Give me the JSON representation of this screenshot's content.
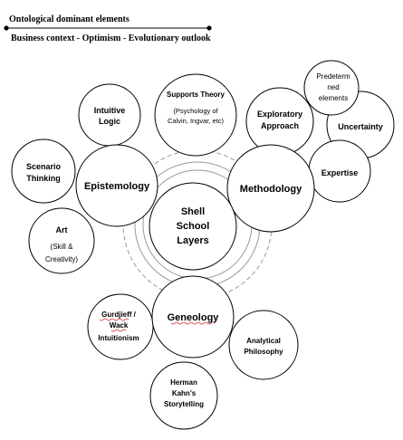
{
  "header": {
    "title": "Ontological dominant elements",
    "subtitle": "Business context - Optimism - Evolutionary outlook"
  },
  "center": {
    "lines": [
      "Shell",
      "School",
      "Layers"
    ]
  },
  "nodes": {
    "epistemology": "Epistemology",
    "methodology": "Methodology",
    "geneology": "Geneology",
    "intuitive_logic": [
      "Intuitive",
      "Logic"
    ],
    "supports_theory": [
      "Supports Theory",
      "(Psychology of",
      "Calvin, Ingvar,  etc)"
    ],
    "exploratory_approach": [
      "Exploratory",
      "Approach"
    ],
    "predetermined_elements": [
      "Predeterm",
      "ned",
      "elements"
    ],
    "uncertainty": "Uncertainty",
    "expertise": "Expertise",
    "scenario_thinking": [
      "Scenario",
      "Thinking"
    ],
    "art": [
      "Art",
      "(Skill &",
      "Creativity)"
    ],
    "gurdjieff_wack": [
      "Gurdjieff /",
      "Wack",
      "Intuitionism"
    ],
    "analytical_philosophy": [
      "Analytical",
      "Philosophy"
    ],
    "herman_kahn": [
      "Herman",
      "Kahn's",
      "Storytelling"
    ]
  },
  "colors": {
    "stroke": "#000000",
    "dashed_ring": "#999999",
    "spellcheck": "#d62020"
  }
}
